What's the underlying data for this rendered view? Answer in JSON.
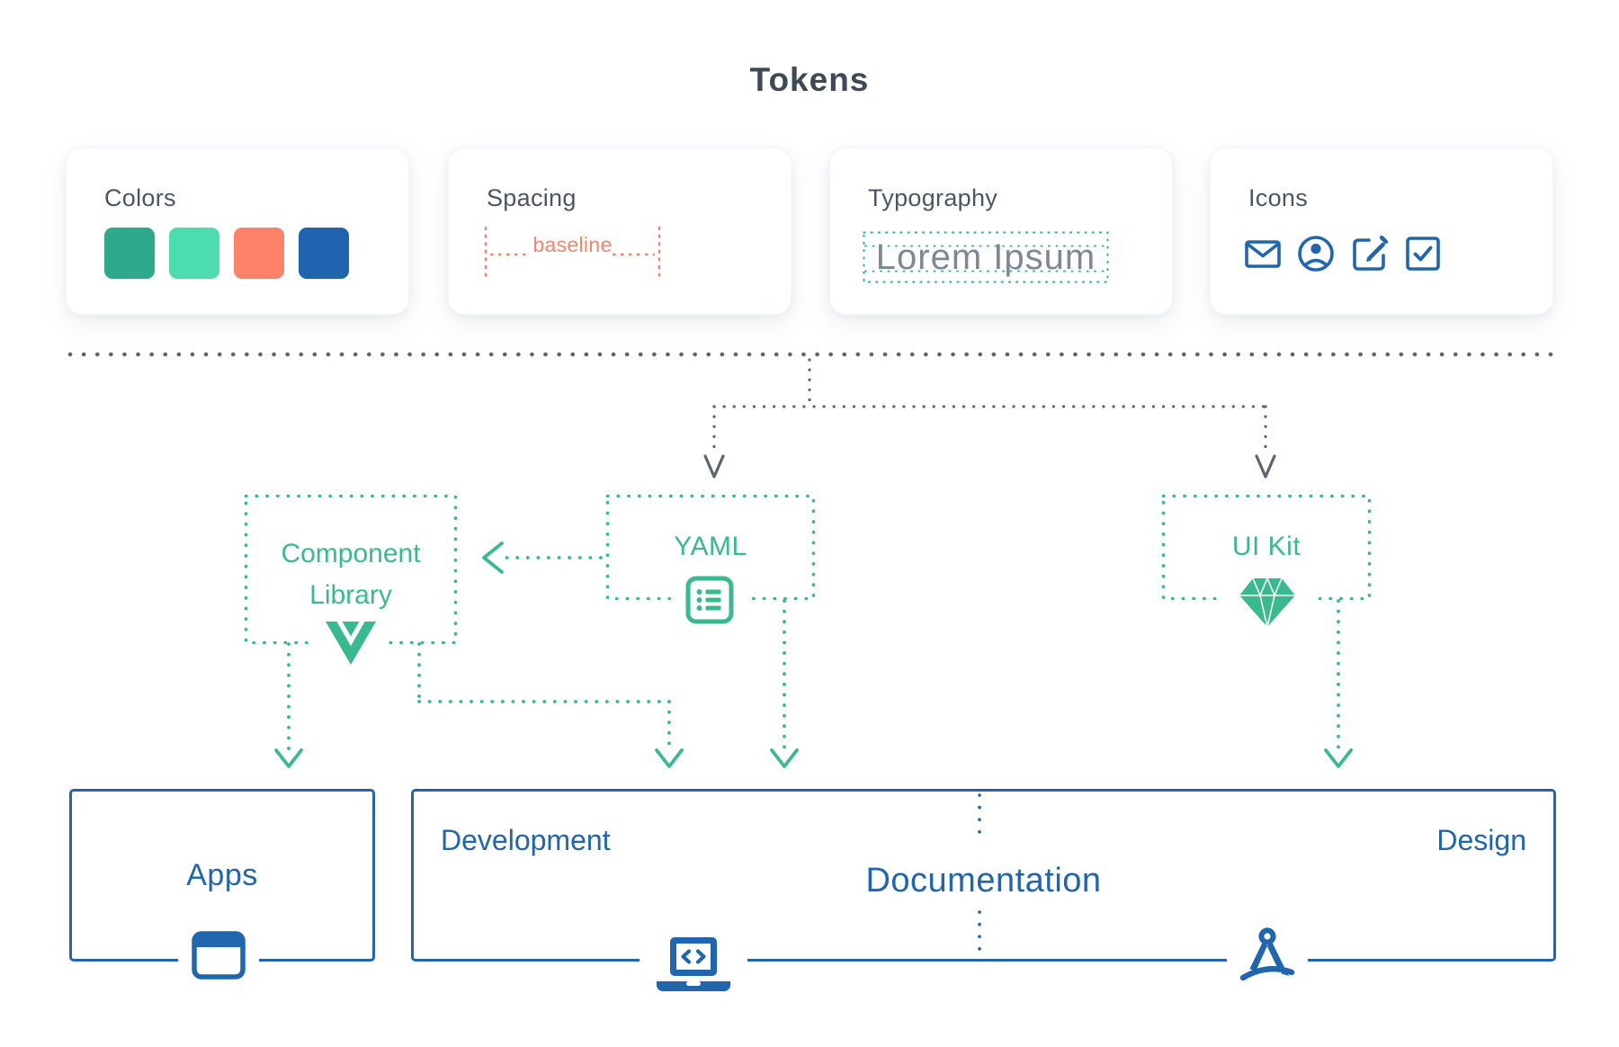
{
  "title": "Tokens",
  "token_cards": {
    "colors": {
      "heading": "Colors",
      "swatches": [
        "#2FA98B",
        "#4CDCB0",
        "#FB8169",
        "#2063AF"
      ]
    },
    "spacing": {
      "heading": "Spacing",
      "baseline_label": "baseline"
    },
    "typography": {
      "heading": "Typography",
      "sample_text": "Lorem Ipsum"
    },
    "icons": {
      "heading": "Icons",
      "icon_names": [
        "envelope-icon",
        "user-circle-icon",
        "edit-icon",
        "check-square-icon"
      ]
    }
  },
  "nodes": {
    "component_library": {
      "line1": "Component",
      "line2": "Library",
      "icon": "vue-logo-icon"
    },
    "yaml": {
      "label": "YAML",
      "icon": "yaml-list-icon"
    },
    "ui_kit": {
      "label": "UI Kit",
      "icon": "sketch-diamond-icon"
    }
  },
  "outputs": {
    "apps": {
      "label": "Apps",
      "icon": "browser-window-icon"
    },
    "documentation": {
      "label": "Documentation",
      "left_section": "Development",
      "right_section": "Design",
      "icons": [
        "laptop-code-icon",
        "drafting-compass-icon"
      ]
    }
  },
  "palette": {
    "green": "#3BB98E",
    "salmon": "#F4846C",
    "blue": "#2165AD",
    "slate": "#3E4956",
    "card_heading": "#4A5664",
    "muted_text": "#7D8894",
    "connector_gray": "#5B6670"
  }
}
